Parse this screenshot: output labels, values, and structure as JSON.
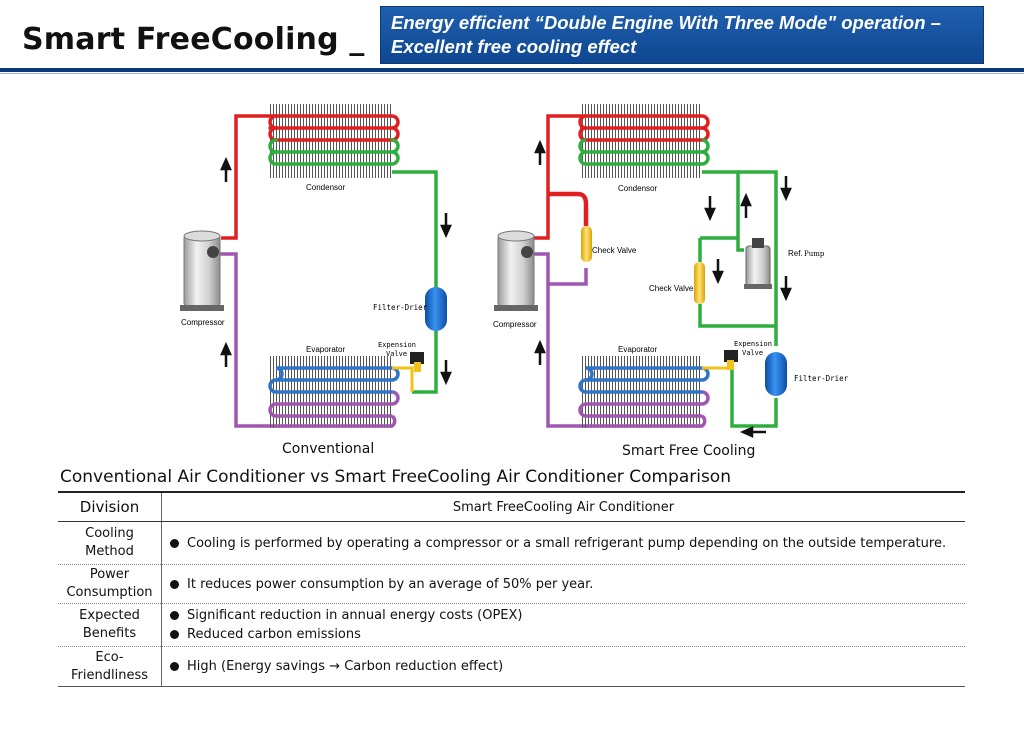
{
  "header": {
    "title": "Smart FreeCooling _",
    "banner_line1": "Energy efficient “Double Engine With Three Mode\" operation –",
    "banner_line2": "Excellent free cooling effect"
  },
  "diagrams": {
    "conventional": {
      "caption": "Conventional",
      "condensor": "Condensor",
      "compressor": "Compressor",
      "evaporator": "Evaporator",
      "filter_drier": "Filter-Drier",
      "expansion_1": "Expension",
      "expansion_2": "Valve"
    },
    "smart": {
      "caption": "Smart Free Cooling",
      "condensor": "Condensor",
      "compressor": "Compressor",
      "evaporator": "Evaporator",
      "check_valve_1": "Check Valve",
      "check_valve_2": "Check Valve",
      "ref_pump_a": "Ref.",
      "ref_pump_b": "Pump",
      "filter_drier": "Filter-Drier",
      "expansion_1": "Expension",
      "expansion_2": "Valve"
    },
    "colors": {
      "hot_gas": "#e02020",
      "liquid": "#2eae3e",
      "suction": "#a157b0",
      "cold": "#2f74c6",
      "check_valve": "#f2c21a",
      "drier": "#1a72d8"
    }
  },
  "comparison": {
    "title": "Conventional Air Conditioner vs Smart FreeCooling Air Conditioner Comparison",
    "header_division": "Division",
    "header_column": "Smart FreeCooling Air Conditioner",
    "rows": [
      {
        "label_1": "Cooling",
        "label_2": "Method",
        "items": [
          "Cooling is performed by operating a compressor or a small refrigerant pump depending on the outside temperature."
        ]
      },
      {
        "label_1": "Power",
        "label_2": "Consumption",
        "items": [
          "It reduces power consumption by an average of 50% per year."
        ]
      },
      {
        "label_1": "Expected",
        "label_2": "Benefits",
        "items": [
          "Significant reduction in annual energy costs (OPEX)",
          "Reduced carbon emissions"
        ]
      },
      {
        "label_1": "Eco-",
        "label_2": "Friendliness",
        "items": [
          "High (Energy savings → Carbon reduction effect)"
        ]
      }
    ]
  }
}
